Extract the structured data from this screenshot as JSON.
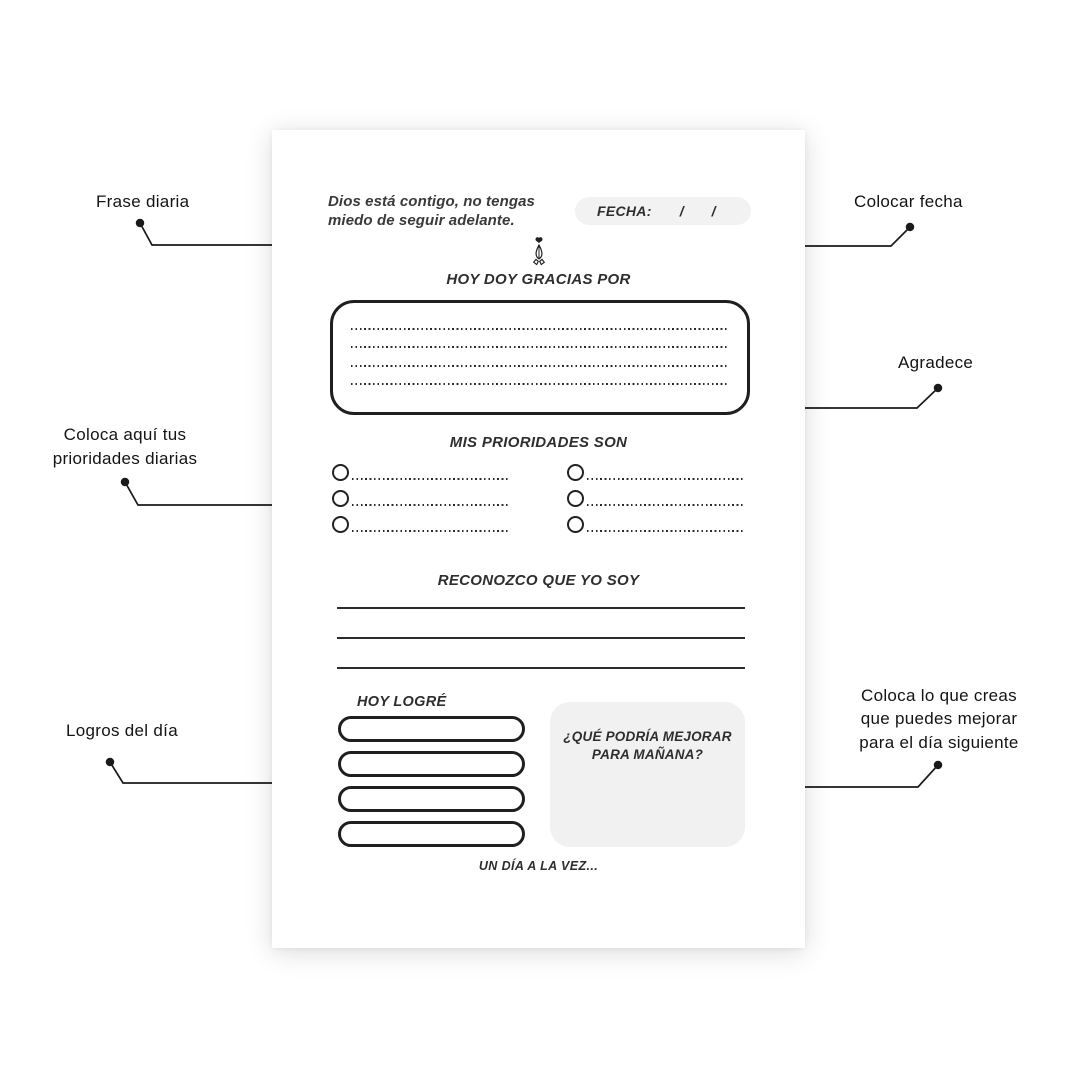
{
  "colors": {
    "page_background": "#ffffff",
    "ink": "#1f1f1f",
    "text": "#3a3a3a",
    "annotation_text": "#141414",
    "field_background": "#f2f2f2",
    "improve_box_background": "#f1f1f1"
  },
  "planner": {
    "quote": "Dios está contigo, no tengas miedo de seguir adelante.",
    "date": {
      "label": "FECHA:",
      "separators": [
        "/",
        "/"
      ]
    },
    "icon": "heart-praying-hands-icon",
    "gratitude_heading": "HOY DOY GRACIAS POR",
    "gratitude_writing_lines": 4,
    "priorities_heading": "MIS PRIORIDADES SON",
    "priorities_columns": 2,
    "priorities_items_per_column": 3,
    "identity_heading": "RECONOZCO QUE YO SOY",
    "identity_writing_lines": 3,
    "achievements_heading": "HOY LOGRÉ",
    "achievement_slots": 4,
    "improvement_heading": "¿QUÉ PODRÍA MEJORAR PARA MAÑANA?",
    "footer": "UN DÍA A LA VEZ..."
  },
  "annotations": {
    "frase_diaria": "Frase diaria",
    "colocar_fecha": "Colocar fecha",
    "agradece": "Agradece",
    "prioridades_diarias": "Coloca aquí tus prioridades diarias",
    "logros_del_dia": "Logros del día",
    "mejorar_manana": "Coloca lo que creas que puedes mejorar para el día siguiente"
  }
}
